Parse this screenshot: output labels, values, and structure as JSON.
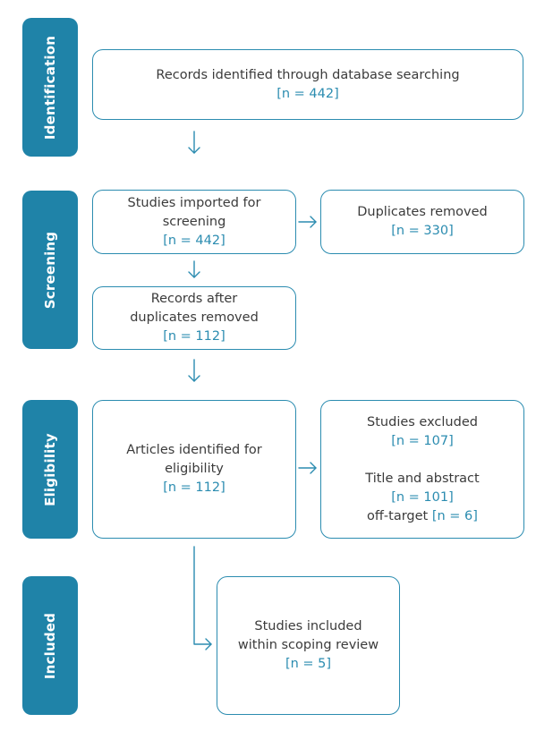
{
  "stages": {
    "identification": "Identification",
    "screening": "Screening",
    "eligibility": "Eligibility",
    "included": "Included"
  },
  "boxes": {
    "records_identified": {
      "label": "Records identified through database searching",
      "count": "[n = 442]"
    },
    "studies_imported": {
      "line1": "Studies imported for",
      "line2": "screening",
      "count": "[n = 442]"
    },
    "duplicates_removed": {
      "label": "Duplicates removed",
      "count": "[n = 330]"
    },
    "records_after": {
      "line1": "Records after",
      "line2": "duplicates removed",
      "count": "[n = 112]"
    },
    "articles_identified": {
      "line1": "Articles identified for",
      "line2": "eligibility",
      "count": "[n = 112]"
    },
    "studies_excluded": {
      "label": "Studies excluded",
      "count": "[n = 107]",
      "sub_label": "Title and abstract",
      "sub_count": "[n = 101]",
      "offtarget_label": "off-target",
      "offtarget_count": "[n = 6]"
    },
    "studies_included": {
      "line1": "Studies included",
      "line2": "within scoping review",
      "count": "[n = 5]"
    }
  },
  "colors": {
    "accent": "#1f83a8",
    "border": "#2b8cb0",
    "text": "#3b3b3b"
  }
}
